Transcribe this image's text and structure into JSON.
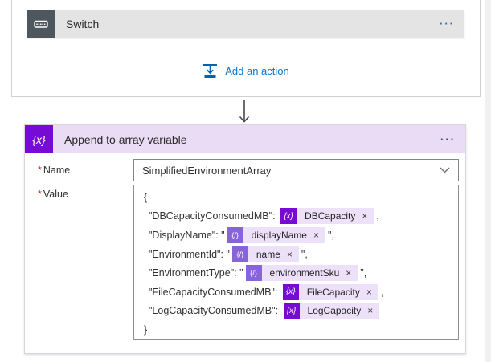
{
  "colors": {
    "switch_icon_bg": "#4e565e",
    "switch_header_bg": "#e4e4e4",
    "append_header_bg": "#eadcf5",
    "variable_brand_purple": "#770bd6",
    "dynamic_token_purple": "#8764d8",
    "token_pill_bg": "#ede1fa",
    "link_blue": "#0078d4",
    "required_red": "#d13438"
  },
  "flow": {
    "switch_card": {
      "title": "Switch",
      "menu_label": "···"
    },
    "add_action": {
      "label": "Add an action"
    },
    "append_card": {
      "title": "Append to array variable",
      "menu_label": "···",
      "required_marker": "*",
      "name_field": {
        "label": "Name",
        "value": "SimplifiedEnvironmentArray"
      },
      "value_field": {
        "label": "Value"
      },
      "token_icons": {
        "variable": "{x}",
        "dynamic": "{/}"
      },
      "value_rows": [
        [
          {
            "text": "{"
          }
        ],
        [
          {
            "text": "\"DBCapacityConsumedMB\": "
          },
          {
            "token": "DBCapacity",
            "kind": "variable"
          },
          {
            "text": ","
          }
        ],
        [
          {
            "text": "\"DisplayName\": \""
          },
          {
            "token": "displayName",
            "kind": "dynamic"
          },
          {
            "text": "\","
          }
        ],
        [
          {
            "text": "\"EnvironmentId\": \""
          },
          {
            "token": "name",
            "kind": "dynamic"
          },
          {
            "text": "\","
          }
        ],
        [
          {
            "text": "\"EnvironmentType\": \""
          },
          {
            "token": "environmentSku",
            "kind": "dynamic"
          },
          {
            "text": "\","
          }
        ],
        [
          {
            "text": "\"FileCapacityConsumedMB\": "
          },
          {
            "token": "FileCapacity",
            "kind": "variable"
          },
          {
            "text": ","
          }
        ],
        [
          {
            "text": "\"LogCapacityConsumedMB\": "
          },
          {
            "token": "LogCapacity",
            "kind": "variable"
          }
        ],
        [
          {
            "text": "}"
          }
        ]
      ]
    }
  }
}
